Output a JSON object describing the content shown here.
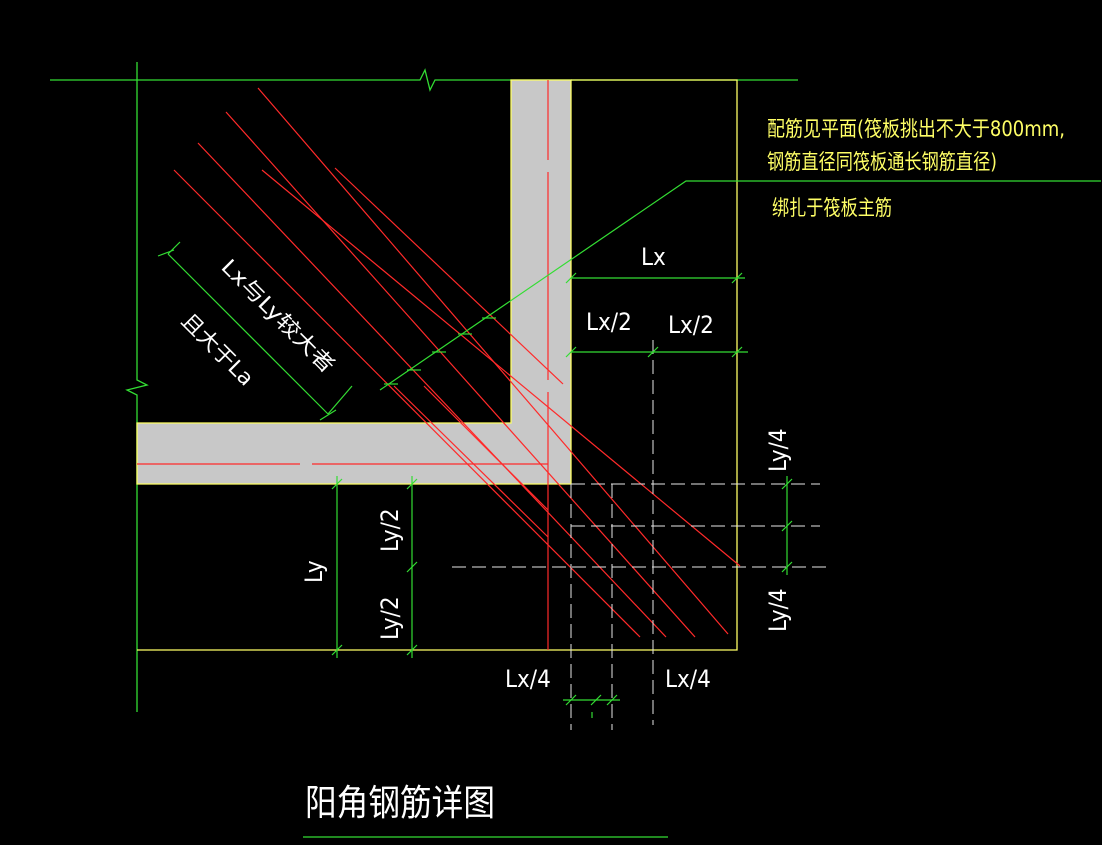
{
  "title": "阳角钢筋详图",
  "annotations": {
    "line1": "配筋见平面(筏板挑出不大于800mm,",
    "line2": "钢筋直径同筏板通长钢筋直径)",
    "line3": "绑扎于筏板主筋"
  },
  "diag_dim": {
    "label1": "Lx与Ly较大者",
    "label2": "且大于La"
  },
  "dims": {
    "lx": "Lx",
    "lx_half_left": "Lx/2",
    "lx_half_right": "Lx/2",
    "ly": "Ly",
    "ly_half_top": "Ly/2",
    "ly_half_bottom": "Ly/2",
    "ly_quarter_top": "Ly/4",
    "ly_quarter_bottom": "Ly/4",
    "lx_quarter_left": "Lx/4",
    "lx_quarter_right": "Lx/4"
  },
  "colors": {
    "background": "#000000",
    "outline": "#ffff66",
    "dimension": "#33dd33",
    "rebar": "#ff2a2a",
    "wall": "#c8c8c8",
    "hidden": "#e6e6e6",
    "label": "#ffffff",
    "annotation": "#ffff66"
  }
}
